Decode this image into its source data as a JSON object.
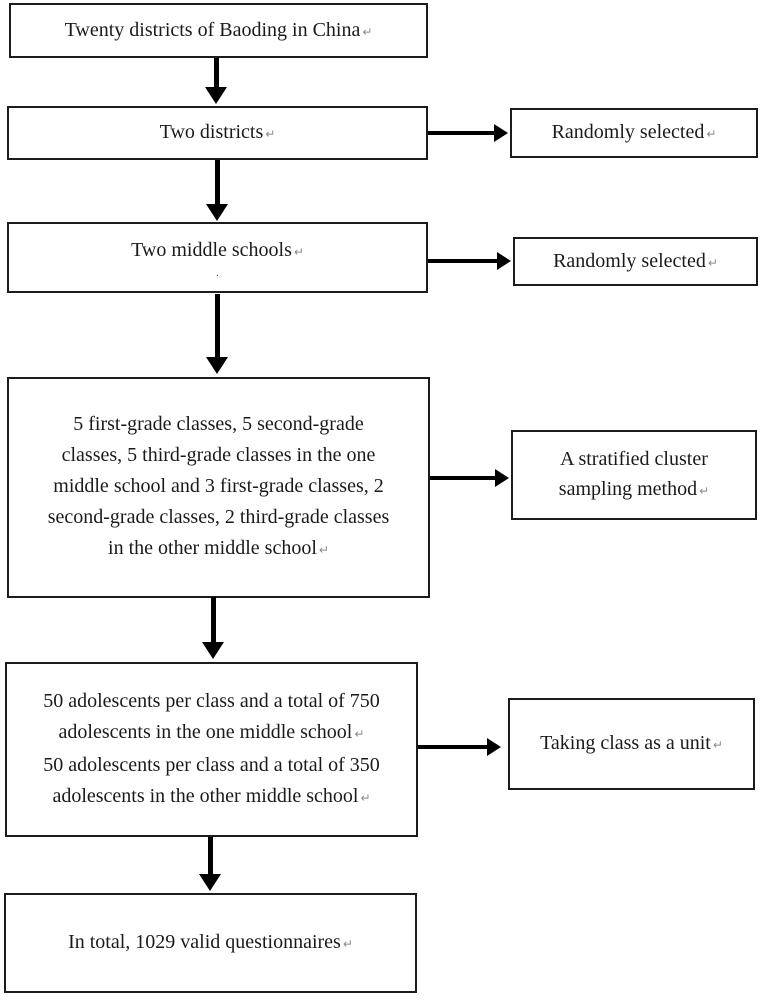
{
  "figure": {
    "type": "flowchart",
    "description": "Sampling procedure flowchart of a study among adolescents in Baoding, China",
    "colors": {
      "box_border": "#1c1c1c",
      "arrow": "#000000",
      "text": "#1a1a1a",
      "background": "#ffffff"
    },
    "return_mark": "↵",
    "left_boxes": [
      {
        "lines": [
          "Twenty districts of Baoding in China"
        ]
      },
      {
        "lines": [
          "Two districts"
        ]
      },
      {
        "lines": [
          "Two middle schools",
          "."
        ]
      },
      {
        "lines": [
          "5 first-grade classes, 5 second-grade",
          "classes, 5 third-grade classes in the one",
          "middle school and 3 first-grade classes, 2",
          "second-grade classes, 2 third-grade classes",
          "in the other middle school"
        ]
      },
      {
        "lines": [
          "50 adolescents per class and a total of 750",
          "adolescents in the one middle school",
          "50 adolescents per class and a total of 350",
          "adolescents in the other middle school"
        ]
      },
      {
        "lines": [
          "In total, 1029 valid questionnaires"
        ]
      }
    ],
    "right_boxes": [
      {
        "lines": [
          "Randomly selected"
        ]
      },
      {
        "lines": [
          "Randomly selected"
        ]
      },
      {
        "lines": [
          "A stratified cluster",
          "sampling method"
        ]
      },
      {
        "lines": [
          "Taking class as a unit"
        ]
      }
    ]
  }
}
